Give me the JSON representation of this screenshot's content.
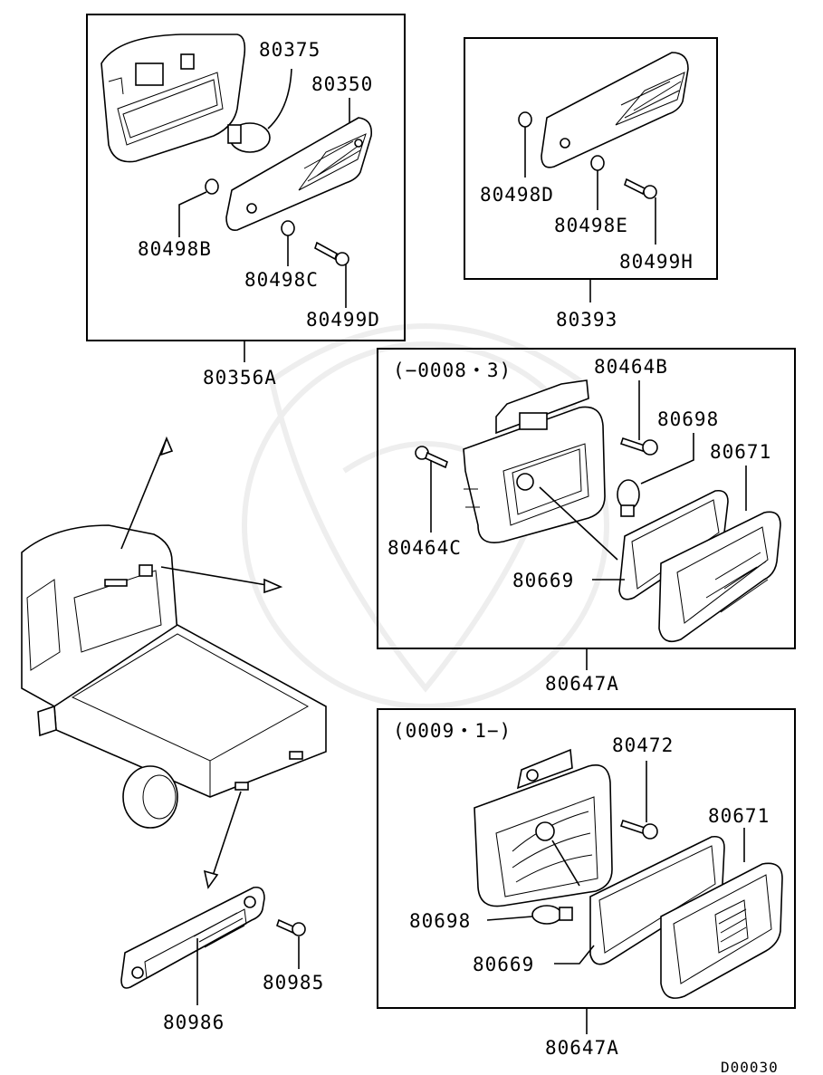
{
  "labels": {
    "p80375": "80375",
    "p80350": "80350",
    "p80498B": "80498B",
    "p80498C": "80498C",
    "p80499D": "80499D",
    "p80356A": "80356A",
    "p80498D": "80498D",
    "p80498E": "80498E",
    "p80499H": "80499H",
    "p80393": "80393",
    "range1": "(−0008・3)",
    "p80464B": "80464B",
    "p80698a": "80698",
    "p80671a": "80671",
    "p80464C": "80464C",
    "p80669a": "80669",
    "p80647Aa": "80647A",
    "range2": "(0009・1−)",
    "p80472": "80472",
    "p80671b": "80671",
    "p80698b": "80698",
    "p80669b": "80669",
    "p80647Ab": "80647A",
    "p80986": "80986",
    "p80985": "80985",
    "diagram_code": "D00030"
  }
}
